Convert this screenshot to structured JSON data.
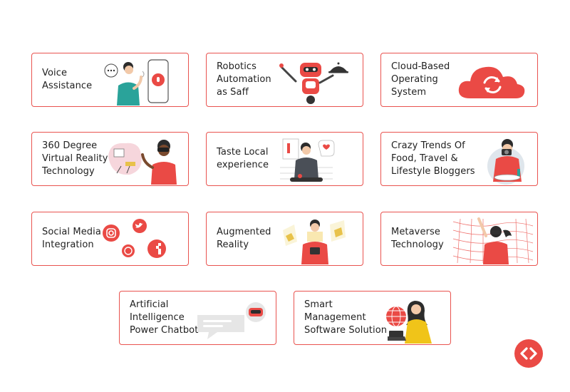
{
  "cards": [
    {
      "label": "Voice\nAssistance",
      "icon": "voice-assistant-icon"
    },
    {
      "label": "Robotics\nAutomation\nas Saff",
      "icon": "robot-waiter-icon"
    },
    {
      "label": "Cloud-Based\nOperating\nSystem",
      "icon": "cloud-sync-icon"
    },
    {
      "label": "360 Degree\nVirtual Reality\nTechnology",
      "icon": "vr-headset-icon"
    },
    {
      "label": "Taste Local\nexperience",
      "icon": "local-food-icon"
    },
    {
      "label": "Crazy Trends Of\nFood, Travel &\nLifestyle Bloggers",
      "icon": "blogger-camera-icon"
    },
    {
      "label": "Social Media\nIntegration",
      "icon": "social-media-icon"
    },
    {
      "label": "Augmented\nReality",
      "icon": "augmented-reality-icon"
    },
    {
      "label": "Metaverse\nTechnology",
      "icon": "metaverse-icon"
    },
    {
      "label": "Artificial\nIntelligence\nPower Chatbot",
      "icon": "chatbot-icon"
    },
    {
      "label": "Smart\nManagement\nSoftware Solution",
      "icon": "management-software-icon"
    }
  ],
  "badge": {
    "icon": "code-brackets-icon"
  },
  "colors": {
    "accent": "#ea4a45",
    "border": "#e9534f",
    "text": "#1f1f1f"
  }
}
